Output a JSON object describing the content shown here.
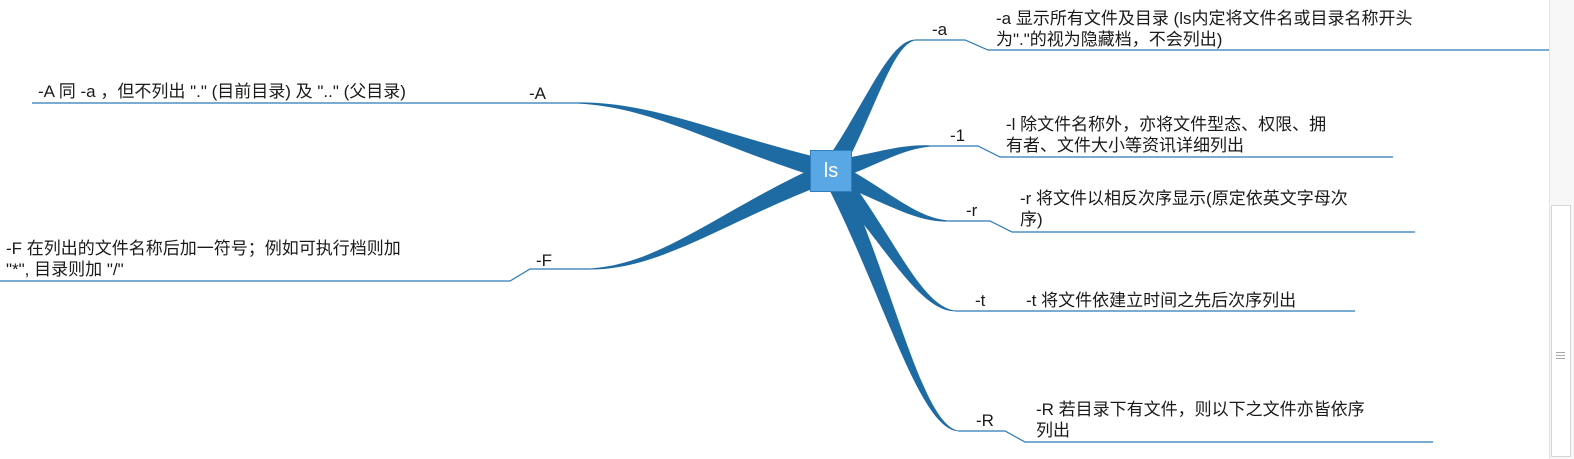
{
  "root": {
    "label": "ls"
  },
  "options": [
    {
      "id": "a",
      "flag": "-a",
      "desc": [
        "-a 显示所有文件及目录 (ls内定将文件名或目录名称开头",
        "为\".\"的视为隐藏档，不会列出)"
      ]
    },
    {
      "id": "one",
      "flag": "-1",
      "desc": [
        "-l 除文件名称外，亦将文件型态、权限、拥",
        "有者、文件大小等资讯详细列出"
      ]
    },
    {
      "id": "r",
      "flag": "-r",
      "desc": [
        "-r 将文件以相反次序显示(原定依英文字母次",
        "序)"
      ]
    },
    {
      "id": "t",
      "flag": "-t",
      "desc": [
        "-t 将文件依建立时间之先后次序列出"
      ]
    },
    {
      "id": "R",
      "flag": "-R",
      "desc": [
        "-R 若目录下有文件，则以下之文件亦皆依序",
        "列出"
      ]
    },
    {
      "id": "A",
      "flag": "-A",
      "desc": [
        "-A 同 -a ，但不列出 \".\" (目前目录) 及 \"..\" (父目录)"
      ]
    },
    {
      "id": "F",
      "flag": "-F",
      "desc": [
        "-F 在列出的文件名称后加一符号；例如可执行档则加",
        "\"*\", 目录则加 \"/\""
      ]
    }
  ],
  "colors": {
    "branch": "#1e6aa3",
    "underline": "#2a7ab8",
    "root_fill": "#5aa7e6"
  }
}
